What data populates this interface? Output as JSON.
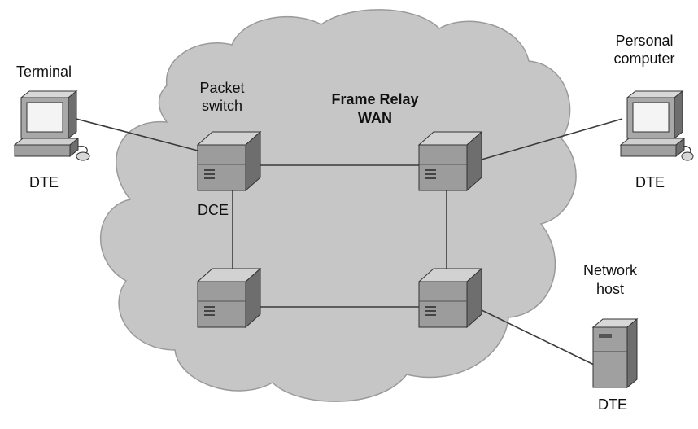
{
  "diagram": {
    "cloud_label_line1": "Frame Relay",
    "cloud_label_line2": "WAN",
    "packet_switch_line1": "Packet",
    "packet_switch_line2": "switch",
    "dce_label": "DCE",
    "terminal_label": "Terminal",
    "terminal_role": "DTE",
    "pc_label_line1": "Personal",
    "pc_label_line2": "computer",
    "pc_role": "DTE",
    "host_label_line1": "Network",
    "host_label_line2": "host",
    "host_role": "DTE"
  },
  "colors": {
    "cloud_fill": "#c6c6c6",
    "cloud_stroke": "#9a9a9a",
    "link": "#3a3a3a",
    "device_front": "#9c9c9c",
    "device_top": "#d2d2d2",
    "device_side": "#6e6e6e",
    "text": "#111111"
  }
}
